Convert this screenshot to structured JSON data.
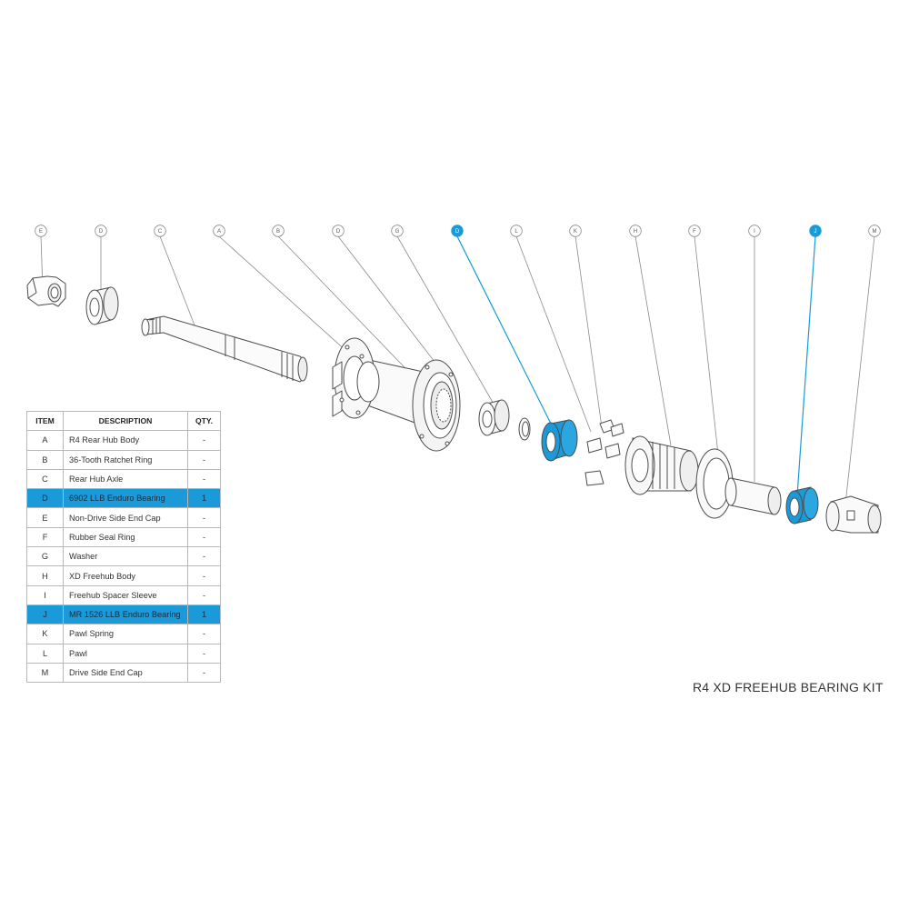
{
  "title": "R4 XD FREEHUB BEARING KIT",
  "highlight_color": "#1a9ad8",
  "callouts": [
    {
      "letter": "E",
      "highlight": false
    },
    {
      "letter": "D",
      "highlight": false
    },
    {
      "letter": "C",
      "highlight": false
    },
    {
      "letter": "A",
      "highlight": false
    },
    {
      "letter": "B",
      "highlight": false
    },
    {
      "letter": "D",
      "highlight": false
    },
    {
      "letter": "G",
      "highlight": false
    },
    {
      "letter": "D",
      "highlight": true
    },
    {
      "letter": "L",
      "highlight": false
    },
    {
      "letter": "K",
      "highlight": false
    },
    {
      "letter": "H",
      "highlight": false
    },
    {
      "letter": "F",
      "highlight": false
    },
    {
      "letter": "I",
      "highlight": false
    },
    {
      "letter": "J",
      "highlight": true
    },
    {
      "letter": "M",
      "highlight": false
    }
  ],
  "parts_table": {
    "headers": {
      "item": "ITEM",
      "description": "DESCRIPTION",
      "qty": "QTY."
    },
    "rows": [
      {
        "item": "A",
        "description": "R4 Rear Hub Body",
        "qty": "-",
        "highlight": false
      },
      {
        "item": "B",
        "description": "36-Tooth Ratchet Ring",
        "qty": "-",
        "highlight": false
      },
      {
        "item": "C",
        "description": "Rear Hub Axle",
        "qty": "-",
        "highlight": false
      },
      {
        "item": "D",
        "description": "6902 LLB Enduro Bearing",
        "qty": "1",
        "highlight": true
      },
      {
        "item": "E",
        "description": "Non-Drive Side End Cap",
        "qty": "-",
        "highlight": false
      },
      {
        "item": "F",
        "description": "Rubber Seal Ring",
        "qty": "-",
        "highlight": false
      },
      {
        "item": "G",
        "description": "Washer",
        "qty": "-",
        "highlight": false
      },
      {
        "item": "H",
        "description": "XD Freehub Body",
        "qty": "-",
        "highlight": false
      },
      {
        "item": "I",
        "description": "Freehub Spacer Sleeve",
        "qty": "-",
        "highlight": false
      },
      {
        "item": "J",
        "description": "MR 1526 LLB Enduro Bearing",
        "qty": "1",
        "highlight": true
      },
      {
        "item": "K",
        "description": "Pawl Spring",
        "qty": "-",
        "highlight": false
      },
      {
        "item": "L",
        "description": "Pawl",
        "qty": "-",
        "highlight": false
      },
      {
        "item": "M",
        "description": "Drive Side End Cap",
        "qty": "-",
        "highlight": false
      }
    ]
  }
}
